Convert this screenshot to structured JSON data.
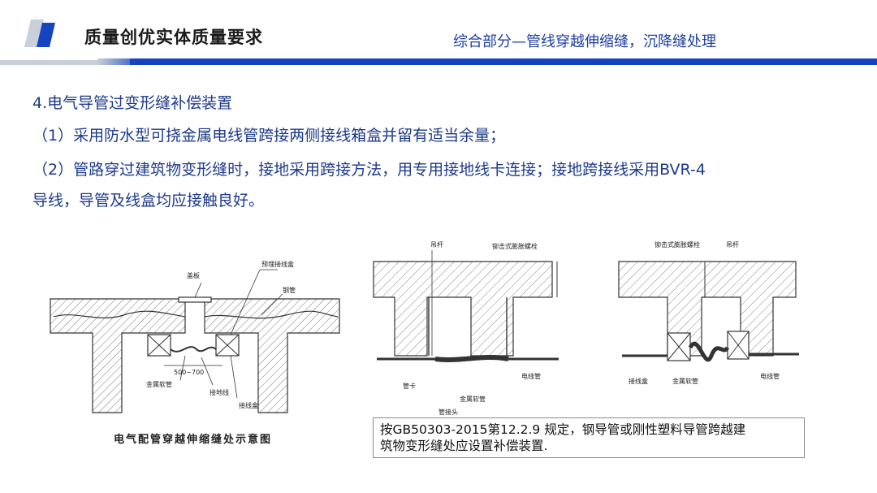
{
  "header": {
    "title": "质量创优实体质量要求",
    "subtitle": "综合部分—管线穿越伸缩缝，沉降缝处理",
    "accent_color": "#1444c0"
  },
  "content": {
    "heading": "4.电气导管过变形缝补偿装置",
    "item_1": "（1）采用防水型可挠金属电线管跨接两侧接线箱盒并留有适当余量；",
    "item_2_line_1": "（2）管路穿过建筑物变形缝时，接地采用跨接方法，用专用接地线卡连接；接地跨接线采用BVR-4",
    "item_2_line_2": "导线，导管及线盒均应接触良好。"
  },
  "diagram_left": {
    "caption": "电气配管穿越伸缩缝处示意图",
    "labels": {
      "cover": "盖板",
      "junction_box_pre": "预埋接线盒",
      "steel_pipe": "钢管",
      "dimension": "500~700",
      "flexible_pipe": "金属软管",
      "ground_wire": "接地线",
      "junction_box": "接线盒"
    }
  },
  "diagram_right": {
    "labels": {
      "hanger_a": "吊杆",
      "bolt_a": "铆击式膨胀螺栓",
      "conduit_a": "电线管",
      "pipe_clamp": "管卡",
      "flex_pipe_a": "金属软管",
      "connector": "管接头",
      "bolt_b": "铆击式膨胀螺栓",
      "hanger_b": "吊杆",
      "junction_box_b": "接线盒",
      "flex_pipe_b": "金属软管",
      "conduit_b": "电线管"
    }
  },
  "note": {
    "line_1": "按GB50303-2015第12.2.9 规定，钢导管或刚性塑料导管跨越建",
    "line_2": "筑物变形缝处应设置补偿装置."
  }
}
